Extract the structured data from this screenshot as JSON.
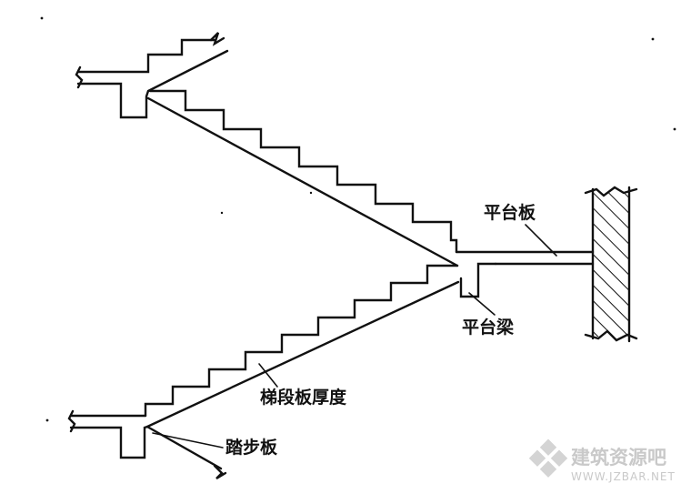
{
  "diagram": {
    "labels": {
      "platform_slab": "平台板",
      "platform_beam": "平台梁",
      "flight_slab_thickness": "梯段板厚度",
      "tread_slab": "踏步板"
    }
  },
  "watermark": {
    "name": "建筑资源吧",
    "site": "WWW.JZBAR.NET"
  }
}
